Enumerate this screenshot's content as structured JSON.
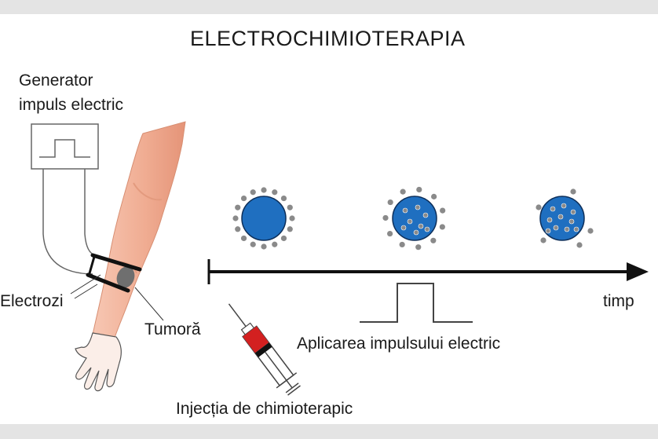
{
  "title": "ELECTROCHIMIOTERAPIA",
  "labels": {
    "generator_line1": "Generator",
    "generator_line2": "impuls electric",
    "electrodes": "Electrozi",
    "tumor": "Tumoră",
    "time": "timp",
    "pulse": "Aplicarea impulsului electric",
    "injection": "Injecția de chimioterapic"
  },
  "colors": {
    "cell": "#1f6fc0",
    "drug_particle": "#8a8a8a",
    "skin": "#f3b9a2",
    "syringe_fluid": "#d32020",
    "axis": "#111111"
  }
}
